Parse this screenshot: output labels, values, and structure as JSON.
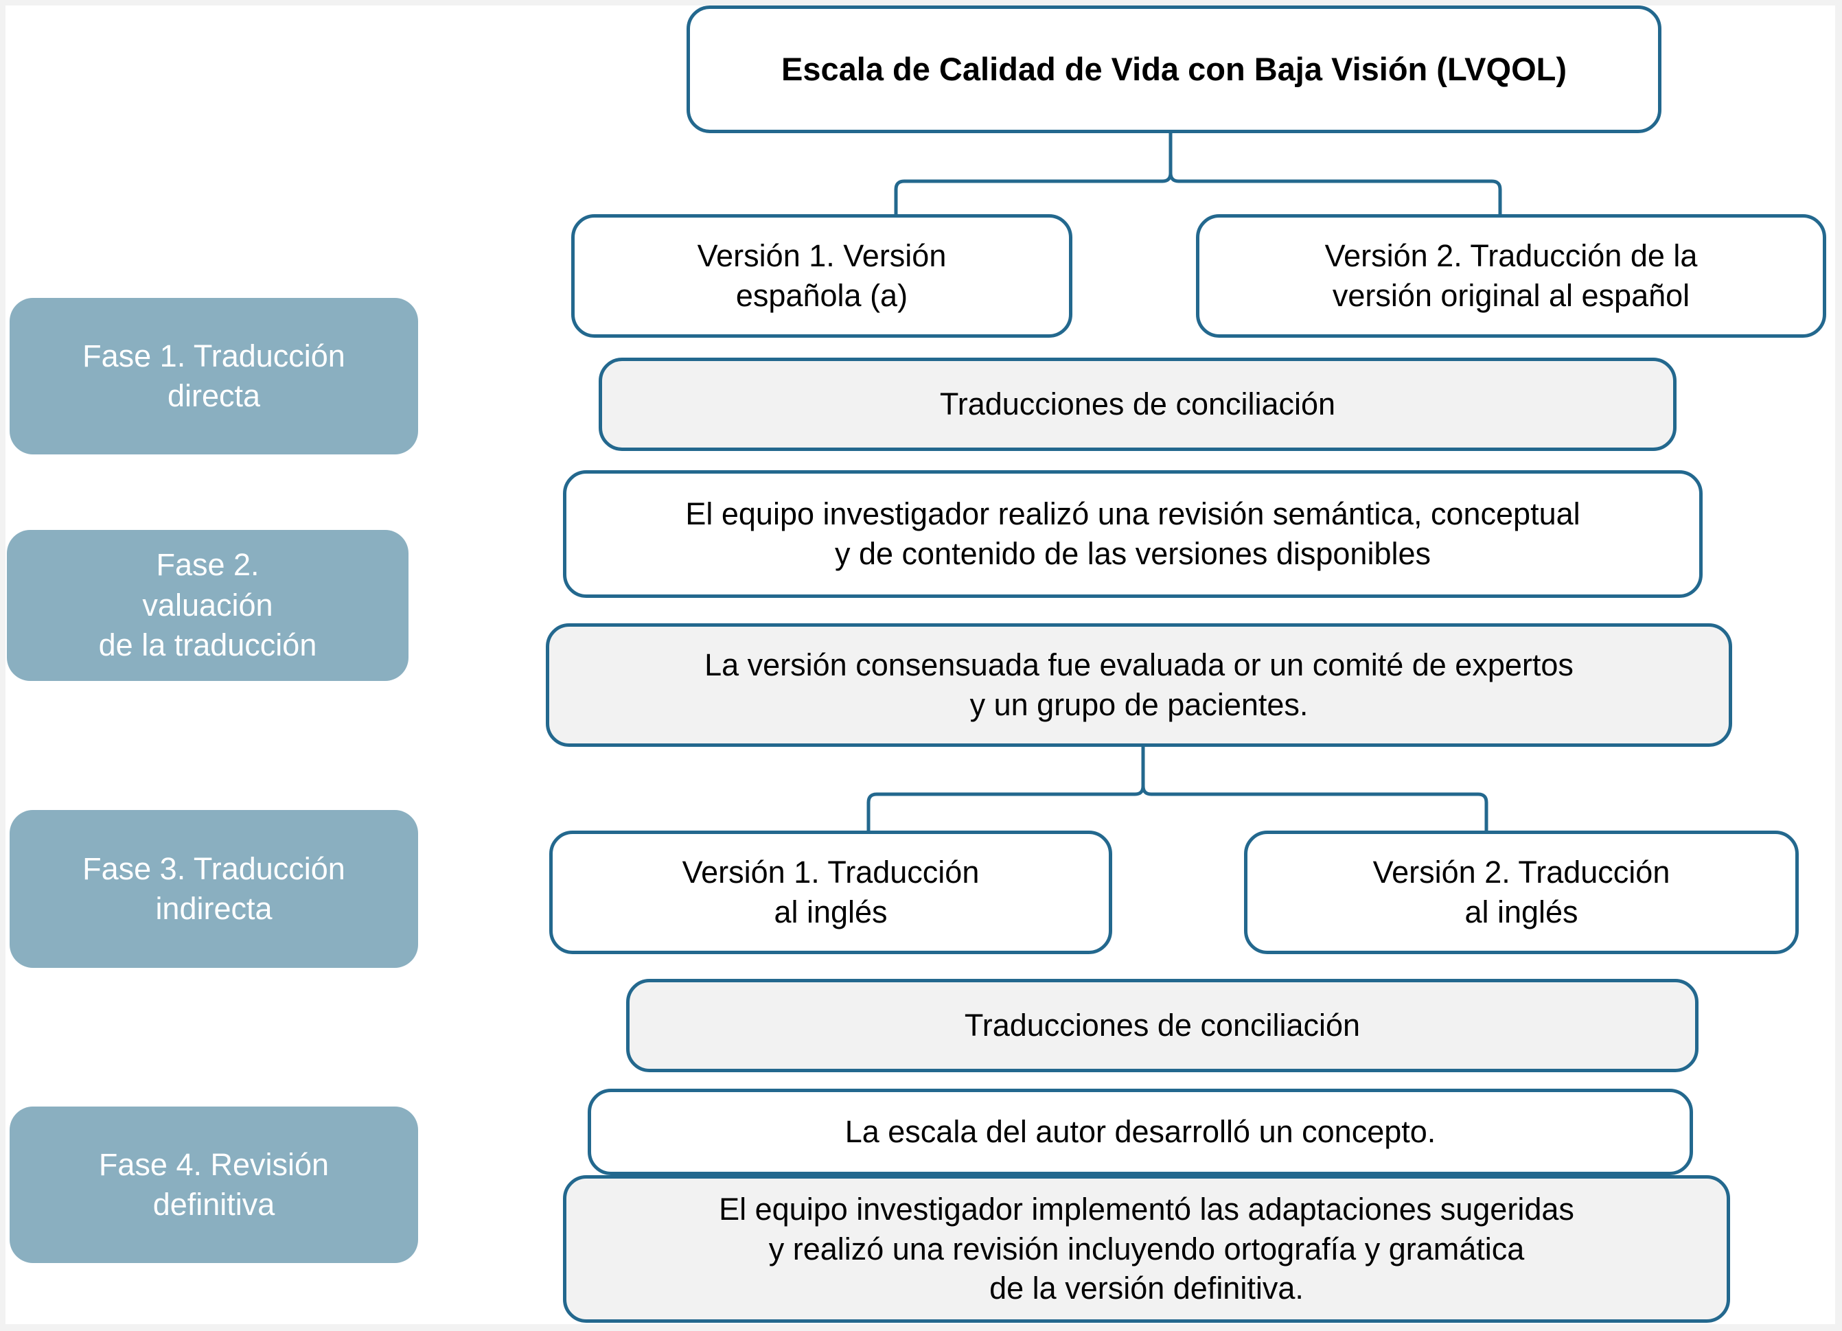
{
  "theme": {
    "border_color": "#23688e",
    "phase_fill": "#8aafc0",
    "gray_fill": "#f2f2f2",
    "white_fill": "#ffffff",
    "text_color": "#000000",
    "phase_text_color": "#ffffff"
  },
  "diagram": {
    "title": "Escala de Calidad de Vida con Baja Visión (LVQOL)"
  },
  "phases": [
    {
      "id": "fase-1",
      "label": "Fase 1. Traducción\ndirecta"
    },
    {
      "id": "fase-2",
      "label": "Fase 2.\nvaluación\nde la traducción"
    },
    {
      "id": "fase-3",
      "label": "Fase 3. Traducción\nindirecta"
    },
    {
      "id": "fase-4",
      "label": "Fase 4. Revisión\ndefinitiva"
    }
  ],
  "nodes": {
    "version1_es": "Versión 1. Versión\nespañola (a)",
    "version2_es": "Versión 2. Traducción de la\nversión original al español",
    "conciliacion_1": "Traducciones de conciliación",
    "revision_semantica": "El equipo investigador realizó una revisión semántica, conceptual\ny de contenido de las versiones disponibles",
    "version_consensuada": "La versión consensuada fue evaluada or un comité de expertos\ny un grupo de pacientes.",
    "version1_en": "Versión 1. Traducción\nal inglés",
    "version2_en": "Versión 2. Traducción\nal inglés",
    "conciliacion_2": "Traducciones de conciliación",
    "escala_autor": "La escala del autor desarrolló un concepto.",
    "adaptaciones": "El equipo investigador implementó las adaptaciones sugeridas\ny realizó una revisión incluyendo ortografía y gramática\nde la versión definitiva."
  },
  "chart_data": {
    "type": "diagram",
    "diagram_kind": "flowchart",
    "title": "Escala de Calidad de Vida con Baja Visión (LVQOL)",
    "orientation": "top-down",
    "swimlanes": [
      "Fase 1. Traducción directa",
      "Fase 2. valuación de la traducción",
      "Fase 3. Traducción indirecta",
      "Fase 4. Revisión definitiva"
    ],
    "nodes": [
      {
        "id": "root",
        "text": "Escala de Calidad de Vida con Baja Visión (LVQOL)",
        "fill": "#ffffff",
        "bold": true,
        "lane": null
      },
      {
        "id": "v1es",
        "text": "Versión 1. Versión española (a)",
        "fill": "#ffffff",
        "lane": "Fase 1. Traducción directa"
      },
      {
        "id": "v2es",
        "text": "Versión 2. Traducción de la versión original al español",
        "fill": "#ffffff",
        "lane": "Fase 1. Traducción directa"
      },
      {
        "id": "conc1",
        "text": "Traducciones de conciliación",
        "fill": "#f2f2f2",
        "lane": "Fase 1. Traducción directa"
      },
      {
        "id": "rev",
        "text": "El equipo investigador realizó una revisión semántica, conceptual y de contenido de las versiones disponibles",
        "fill": "#ffffff",
        "lane": "Fase 2. valuación de la traducción"
      },
      {
        "id": "cons",
        "text": "La versión consensuada fue evaluada or un comité de expertos y un grupo de pacientes.",
        "fill": "#f2f2f2",
        "lane": "Fase 2. valuación de la traducción"
      },
      {
        "id": "v1en",
        "text": "Versión 1. Traducción al inglés",
        "fill": "#ffffff",
        "lane": "Fase 3. Traducción indirecta"
      },
      {
        "id": "v2en",
        "text": "Versión 2. Traducción al inglés",
        "fill": "#ffffff",
        "lane": "Fase 3. Traducción indirecta"
      },
      {
        "id": "conc2",
        "text": "Traducciones de conciliación",
        "fill": "#f2f2f2",
        "lane": "Fase 4. Revisión definitiva"
      },
      {
        "id": "autor",
        "text": "La escala del autor desarrolló un concepto.",
        "fill": "#ffffff",
        "lane": "Fase 4. Revisión definitiva"
      },
      {
        "id": "adapt",
        "text": "El equipo investigador implementó las adaptaciones sugeridas y realizó una revisión incluyendo ortografía y gramática de la versión definitiva.",
        "fill": "#f2f2f2",
        "lane": "Fase 4. Revisión definitiva"
      }
    ],
    "edges": [
      {
        "from": "root",
        "to": "v1es",
        "style": "elbow"
      },
      {
        "from": "root",
        "to": "v2es",
        "style": "elbow"
      },
      {
        "from": "cons",
        "to": "v1en",
        "style": "elbow"
      },
      {
        "from": "cons",
        "to": "v2en",
        "style": "elbow"
      }
    ]
  }
}
